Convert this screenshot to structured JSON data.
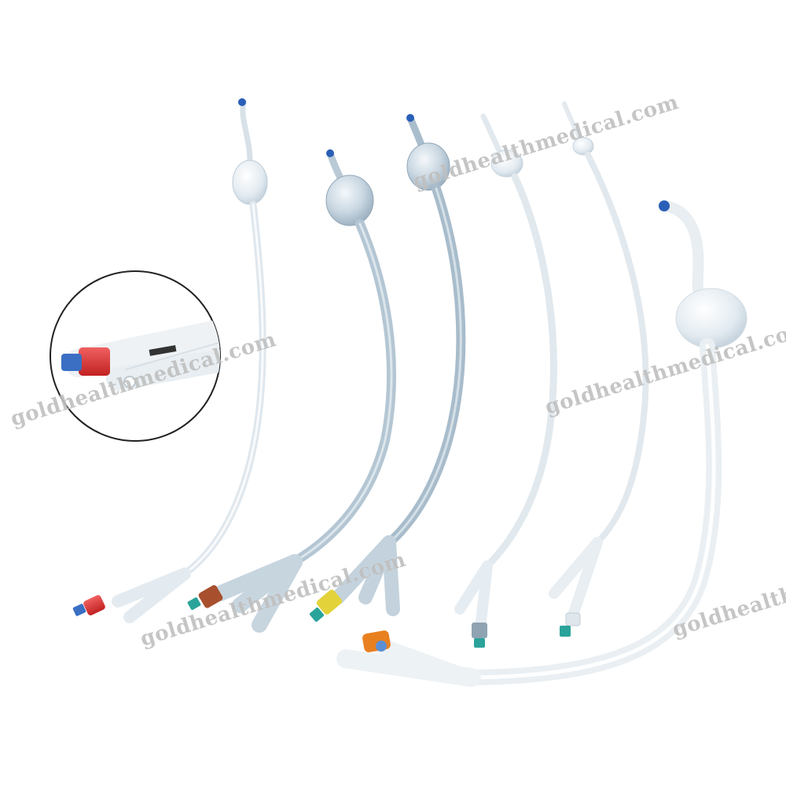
{
  "watermark": {
    "text": "goldhealthmedical.com",
    "color": "#969696"
  },
  "colors": {
    "background": "#ffffff",
    "tube_clear": "#e8eef2",
    "tube_blue": "#b9cad6",
    "valve_red": "#e23a3a",
    "valve_brown": "#a8502e",
    "valve_yellow": "#e3d23a",
    "valve_orange": "#e8801f",
    "tip_blue": "#2a5fb8",
    "connector_teal": "#2aa39a"
  },
  "products": [
    {
      "name": "silicone-foley-catheter-2way-clear"
    },
    {
      "name": "silicone-foley-catheter-3way-blue"
    },
    {
      "name": "silicone-foley-catheter-3way-blue-yellow-valve"
    },
    {
      "name": "silicone-foley-catheter-2way-clear-grey"
    },
    {
      "name": "silicone-foley-catheter-2way-clear-teal"
    },
    {
      "name": "silicone-foley-catheter-3way-coude-tip"
    }
  ],
  "inset": {
    "name": "valve-closeup"
  }
}
